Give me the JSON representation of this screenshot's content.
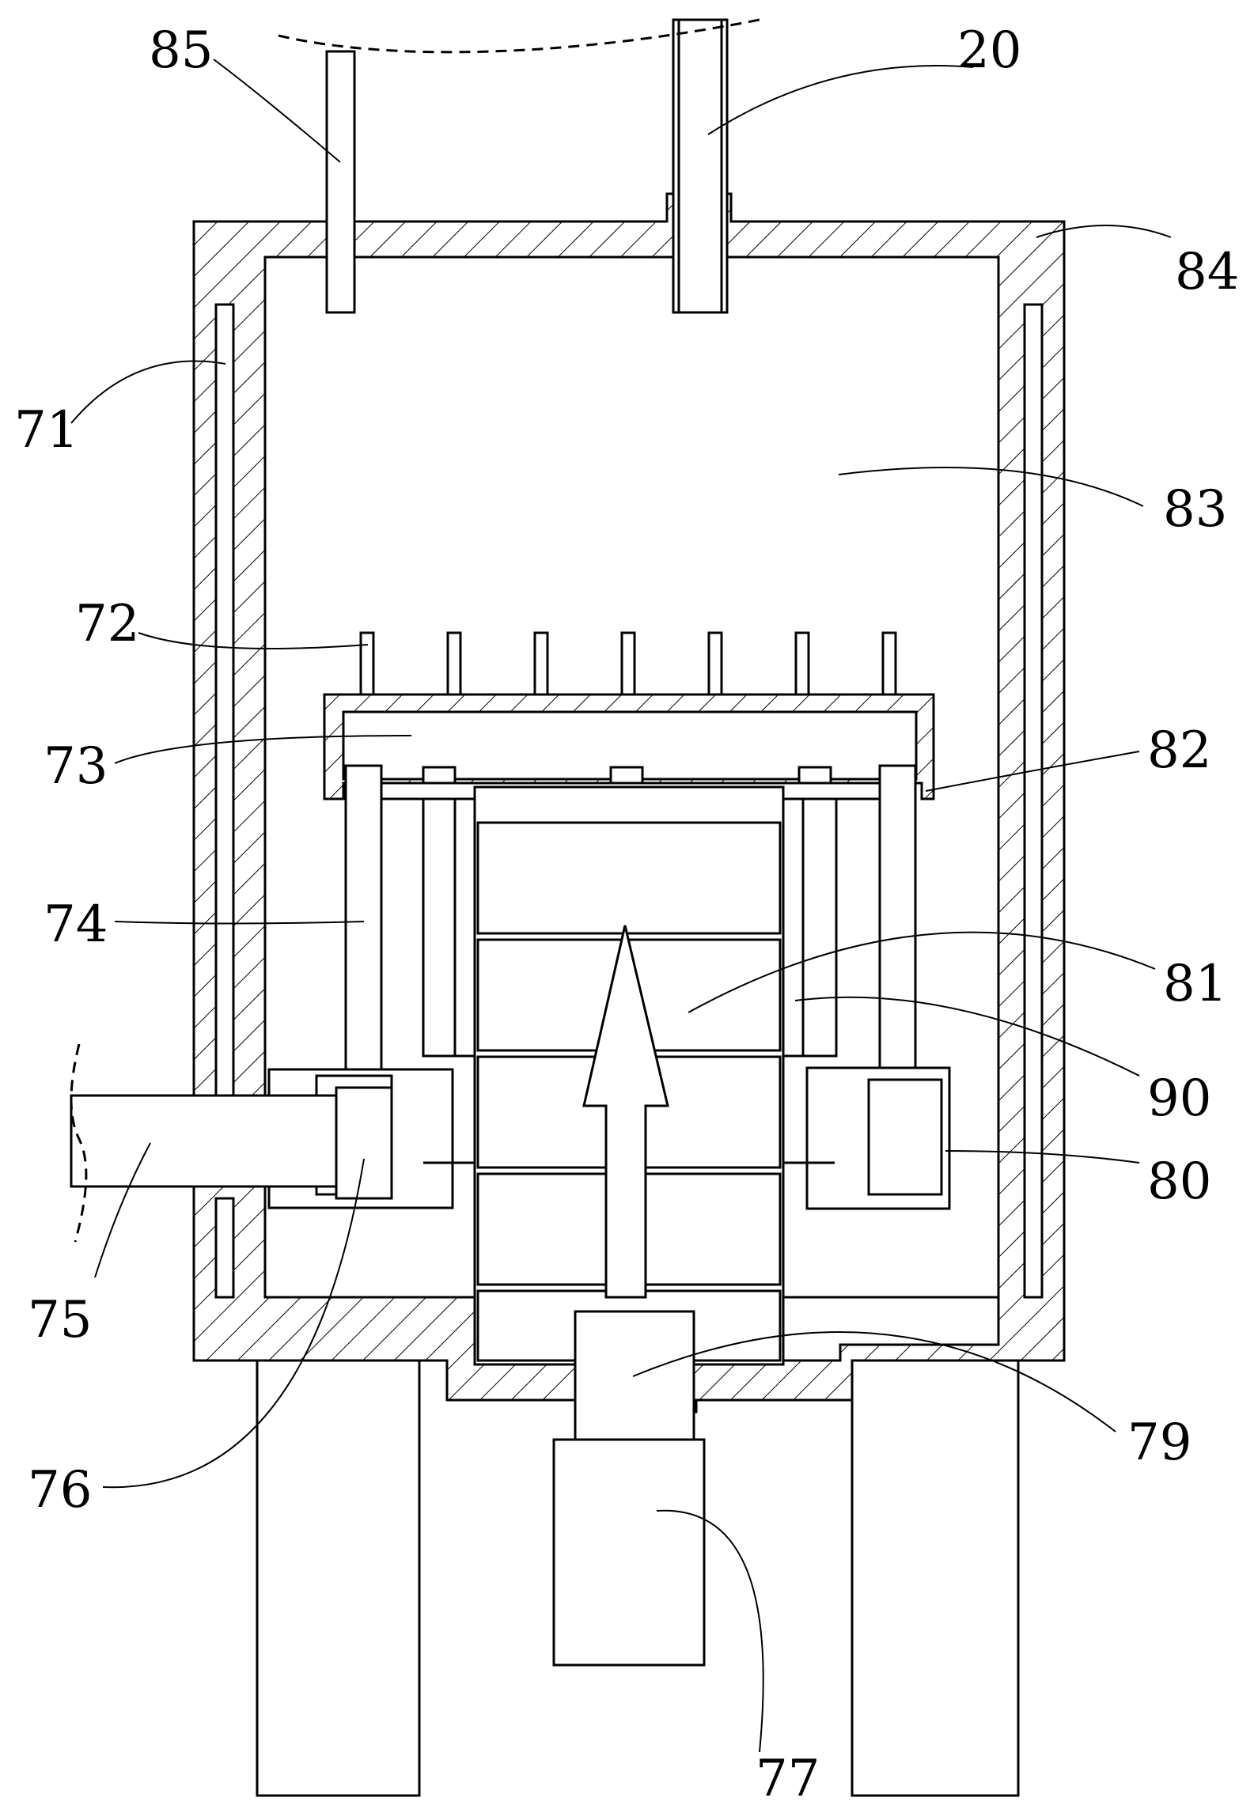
{
  "labels": {
    "l85": "85",
    "l20": "20",
    "l84": "84",
    "l71": "71",
    "l83": "83",
    "l72": "72",
    "l73": "73",
    "l82": "82",
    "l74": "74",
    "l81": "81",
    "l90": "90",
    "l80": "80",
    "l75": "75",
    "l76": "76",
    "l79": "79",
    "l77": "77"
  },
  "colors": {
    "stroke": "#000000",
    "background": "#ffffff",
    "hatch": "#000000"
  }
}
